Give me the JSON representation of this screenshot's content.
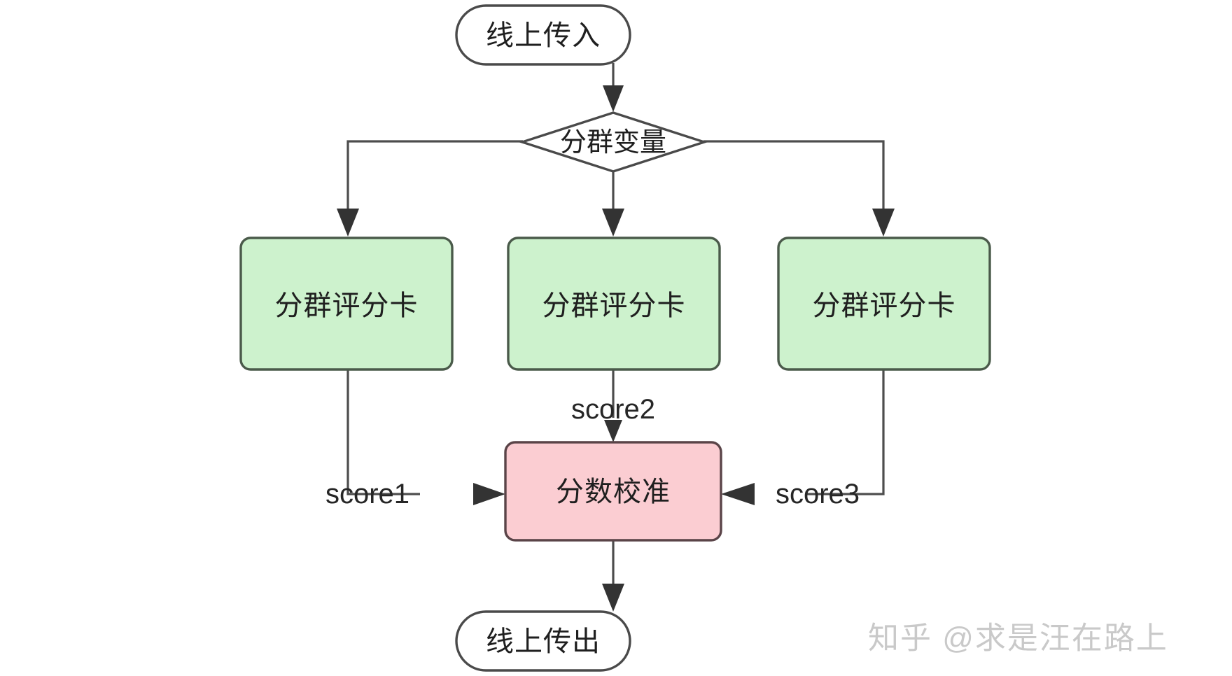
{
  "diagram": {
    "title": "分群评分卡流程图",
    "background_color": "#ffffff",
    "colors": {
      "node_fill_white": "#ffffff",
      "node_fill_green": "#cdf2cd",
      "node_fill_pink": "#fbcdd2",
      "node_stroke_dark": "#4a4a4a",
      "node_stroke_green": "#4a5a4a",
      "node_stroke_pink": "#5a4448",
      "edge_stroke": "#4d4d4d",
      "arrow_fill": "#333333",
      "text_color": "#1f1f1f",
      "watermark_color": "#c9c9c9"
    }
  },
  "nodes": {
    "start": {
      "id": "start",
      "label": "线上传入",
      "shape": "stadium",
      "fill": "#ffffff"
    },
    "decision": {
      "id": "decision",
      "label": "分群变量",
      "shape": "diamond",
      "fill": "#ffffff"
    },
    "scorecard_left": {
      "id": "scorecard_left",
      "label": "分群评分卡",
      "shape": "rounded-rect",
      "fill": "#cdf2cd"
    },
    "scorecard_mid": {
      "id": "scorecard_mid",
      "label": "分群评分卡",
      "shape": "rounded-rect",
      "fill": "#cdf2cd"
    },
    "scorecard_right": {
      "id": "scorecard_right",
      "label": "分群评分卡",
      "shape": "rounded-rect",
      "fill": "#cdf2cd"
    },
    "calibration": {
      "id": "calibration",
      "label": "分数校准",
      "shape": "rounded-rect",
      "fill": "#fbcdd2"
    },
    "end": {
      "id": "end",
      "label": "线上传出",
      "shape": "stadium",
      "fill": "#ffffff"
    }
  },
  "edges": [
    {
      "id": "e1",
      "from": "start",
      "to": "decision",
      "label": ""
    },
    {
      "id": "e2",
      "from": "decision",
      "to": "scorecard_left",
      "label": ""
    },
    {
      "id": "e3",
      "from": "decision",
      "to": "scorecard_mid",
      "label": ""
    },
    {
      "id": "e4",
      "from": "decision",
      "to": "scorecard_right",
      "label": ""
    },
    {
      "id": "e5",
      "from": "scorecard_left",
      "to": "calibration",
      "label": "score1"
    },
    {
      "id": "e6",
      "from": "scorecard_mid",
      "to": "calibration",
      "label": "score2"
    },
    {
      "id": "e7",
      "from": "scorecard_right",
      "to": "calibration",
      "label": "score3"
    },
    {
      "id": "e8",
      "from": "calibration",
      "to": "end",
      "label": ""
    }
  ],
  "edge_labels": {
    "score1": "score1",
    "score2": "score2",
    "score3": "score3"
  },
  "watermark": {
    "text": "知乎 @求是汪在路上"
  }
}
